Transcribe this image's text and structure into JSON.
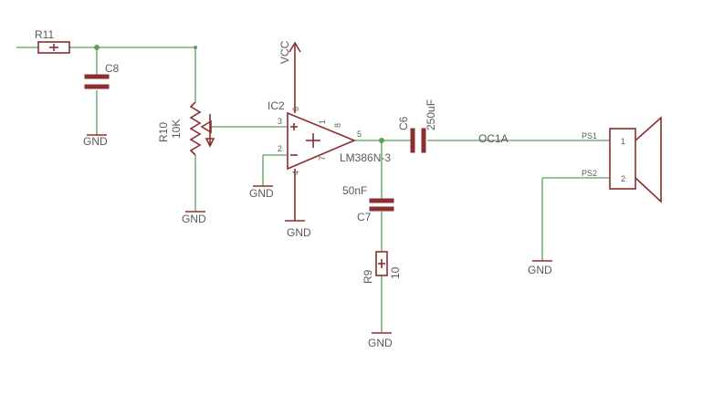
{
  "labels": {
    "r11": "R11",
    "c8": "C8",
    "r10": "R10",
    "r10_value": "10K",
    "vcc": "VCC",
    "ic2": "IC2",
    "lm386": "LM386N-3",
    "c6": "C6",
    "c6_value": "250uF",
    "oc1a": "OC1A",
    "c7_value": "50nF",
    "c7": "C7",
    "r9": "R9",
    "r9_value": "10",
    "ps1": "PS1",
    "ps2": "PS2",
    "gnd": "GND"
  },
  "pins": {
    "ic_3": "3",
    "ic_2": "2",
    "ic_6": "6",
    "ic_4": "4",
    "ic_5": "5",
    "ic_8": "8",
    "ic_1": "1",
    "ic_7": "7",
    "spk_1": "1",
    "spk_2": "2"
  },
  "colors": {
    "wire": "#5aa05a",
    "part": "#8c2e2e",
    "text": "#5a5a5a"
  }
}
